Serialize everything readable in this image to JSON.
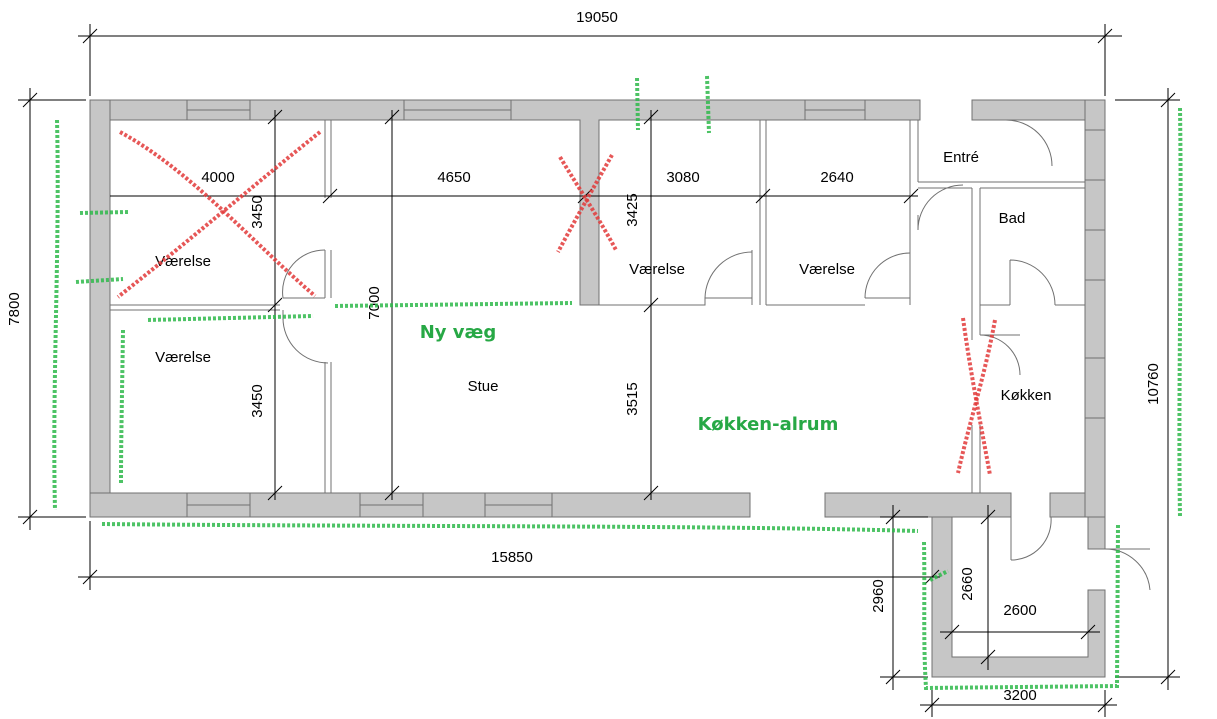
{
  "dimensions": {
    "overall_width": "19050",
    "overall_height": "7800",
    "total_height_right": "10760",
    "bottom_length": "15850",
    "room_widths": [
      "4000",
      "4650",
      "3080",
      "2640"
    ],
    "room_depth_upper_left": "3450",
    "room_depth_lower_left": "3450",
    "stue_depth": "7000",
    "mid_depth_upper": "3425",
    "mid_depth_lower": "3515",
    "annex_outer_height": "2960",
    "annex_inner_height": "2660",
    "annex_inner_width": "2600",
    "annex_outer_width": "3200"
  },
  "rooms": {
    "vaerelse_1": "Værelse",
    "vaerelse_2": "Værelse",
    "vaerelse_3": "Værelse",
    "vaerelse_4": "Værelse",
    "stue": "Stue",
    "entre": "Entré",
    "bad": "Bad",
    "kokken": "Køkken"
  },
  "annotations": {
    "ny_vaeg": "Ny væg",
    "kokken_alrum": "Køkken-alrum"
  },
  "colors": {
    "wall": "#c6c6c6",
    "green_markup": "#2eb84a",
    "red_markup": "#e23a3a"
  }
}
